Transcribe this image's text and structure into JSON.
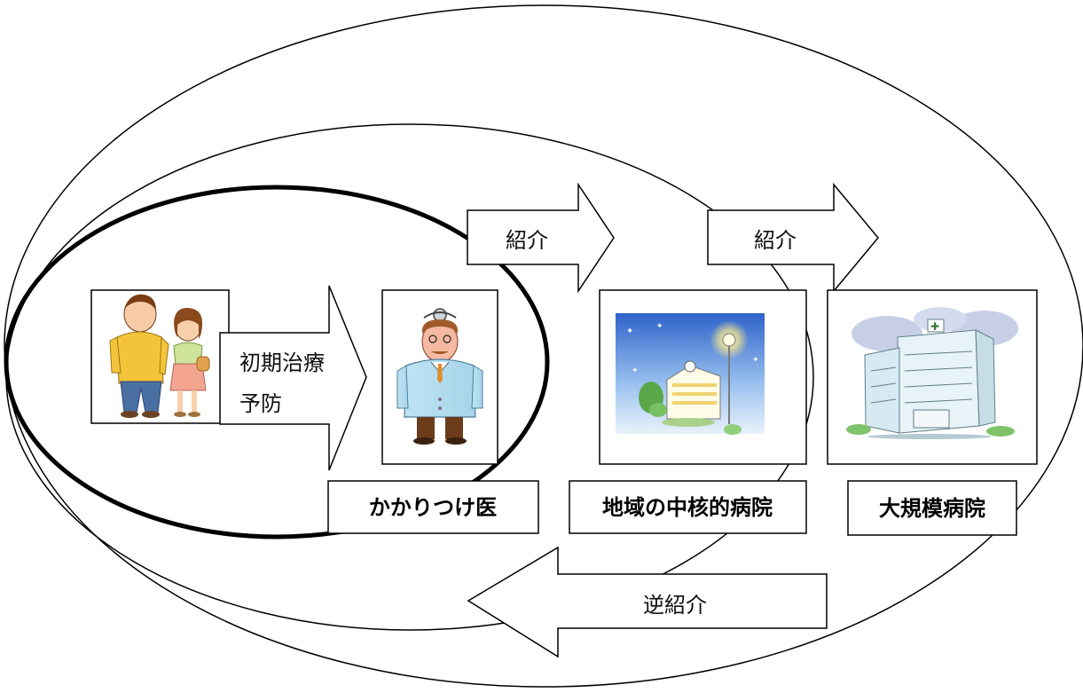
{
  "diagram": {
    "arrows": {
      "initial_care_line1": "初期治療",
      "initial_care_line2": "予防",
      "referral_1": "紹介",
      "referral_2": "紹介",
      "reverse_referral": "逆紹介"
    },
    "boxes": {
      "family_doctor": "かかりつけ医",
      "regional_hospital": "地域の中核的病院",
      "large_hospital": "大規模病院"
    },
    "illustrations": [
      "patients-couple",
      "doctor",
      "regional-hospital-night",
      "large-hospital"
    ]
  }
}
